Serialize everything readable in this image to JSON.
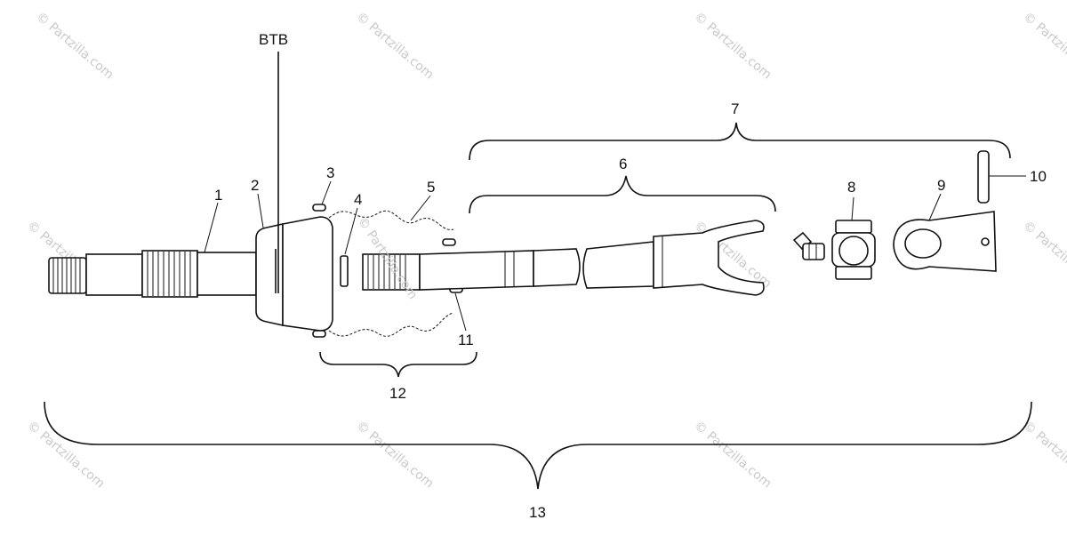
{
  "watermark": {
    "text": "© Partzilla.com",
    "center_text": "© Partzilla.com"
  },
  "callouts": {
    "btb": "BTB",
    "c1": "1",
    "c2": "2",
    "c3": "3",
    "c4": "4",
    "c5": "5",
    "c6": "6",
    "c7": "7",
    "c8": "8",
    "c9": "9",
    "c10": "10",
    "c11": "11",
    "c12": "12",
    "c13": "13"
  }
}
